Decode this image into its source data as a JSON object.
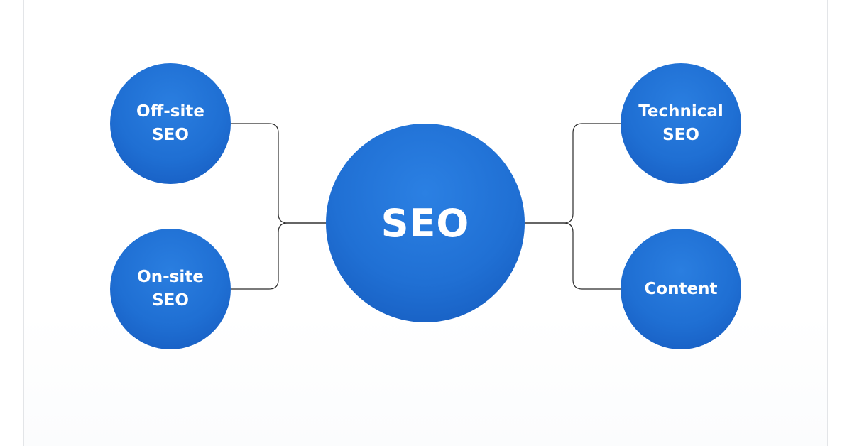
{
  "diagram": {
    "center": {
      "label": "SEO"
    },
    "nodes": [
      {
        "key": "offsite",
        "label": "Off-site\nSEO"
      },
      {
        "key": "onsite",
        "label": "On-site\nSEO"
      },
      {
        "key": "technical",
        "label": "Technical\nSEO"
      },
      {
        "key": "content",
        "label": "Content"
      }
    ],
    "colors": {
      "node_fill": "#1f6fd3",
      "connector": "#2b2b2b",
      "text": "#ffffff"
    }
  }
}
